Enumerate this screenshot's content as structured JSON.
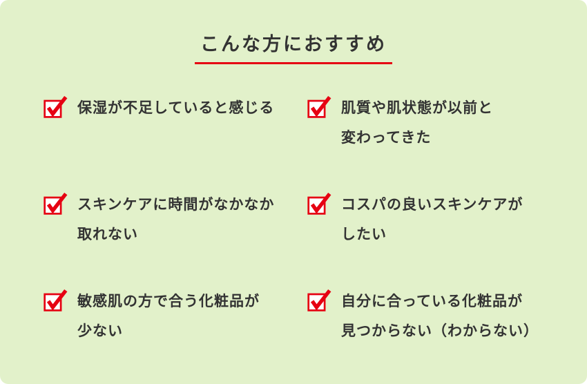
{
  "page": {
    "title": "こんな方におすすめ"
  },
  "checklist": {
    "items": [
      {
        "line1": "保湿が不足していると感じる",
        "line2": ""
      },
      {
        "line1": "肌質や肌状態が以前と",
        "line2": "変わってきた"
      },
      {
        "line1": "スキンケアに時間がなかなか",
        "line2": "取れない"
      },
      {
        "line1": "コスパの良いスキンケアが",
        "line2": "したい"
      },
      {
        "line1": "敏感肌の方で合う化粧品が",
        "line2": "少ない"
      },
      {
        "line1": "自分に合っている化粧品が",
        "line2": "見つからない（わからない）"
      }
    ]
  },
  "colors": {
    "background": "#e2f1ca",
    "accent_red": "#e60012",
    "text": "#333333"
  }
}
